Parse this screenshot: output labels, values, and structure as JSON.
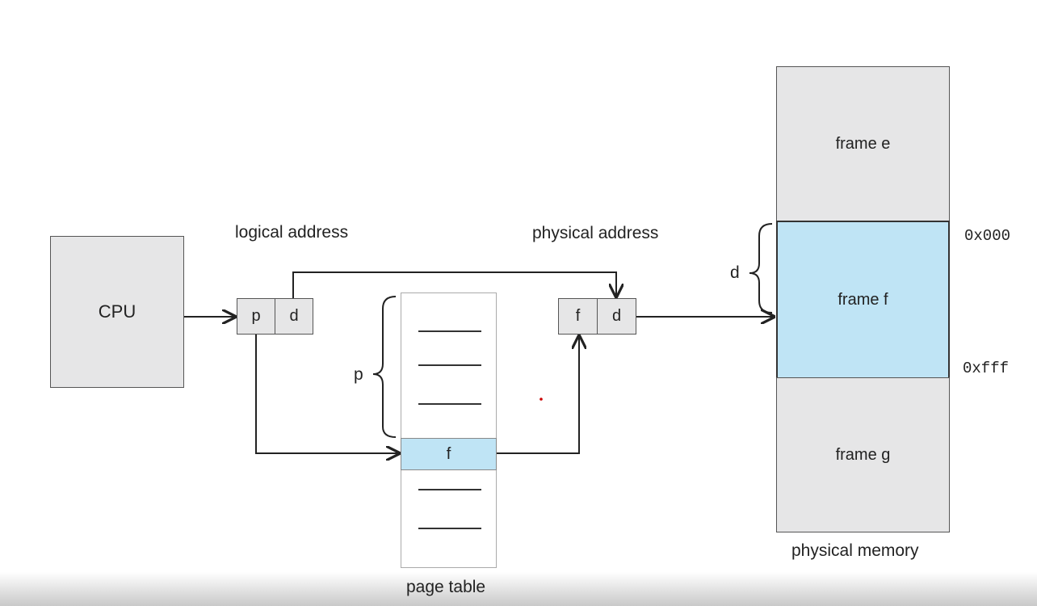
{
  "cpu": {
    "label": "CPU"
  },
  "logical_address": {
    "title": "logical address",
    "fields": [
      "p",
      "d"
    ]
  },
  "physical_address": {
    "title": "physical address",
    "fields": [
      "f",
      "d"
    ]
  },
  "page_table": {
    "title": "page table",
    "index_label": "p",
    "entry": "f"
  },
  "physical_memory": {
    "title": "physical memory",
    "frames": [
      "frame e",
      "frame f",
      "frame g"
    ],
    "offset_label": "d",
    "start_address": "0x000",
    "end_address": "0xfff"
  },
  "colors": {
    "frame_fill": "#e6e6e7",
    "highlight": "#bfe4f5",
    "line": "#333333"
  }
}
